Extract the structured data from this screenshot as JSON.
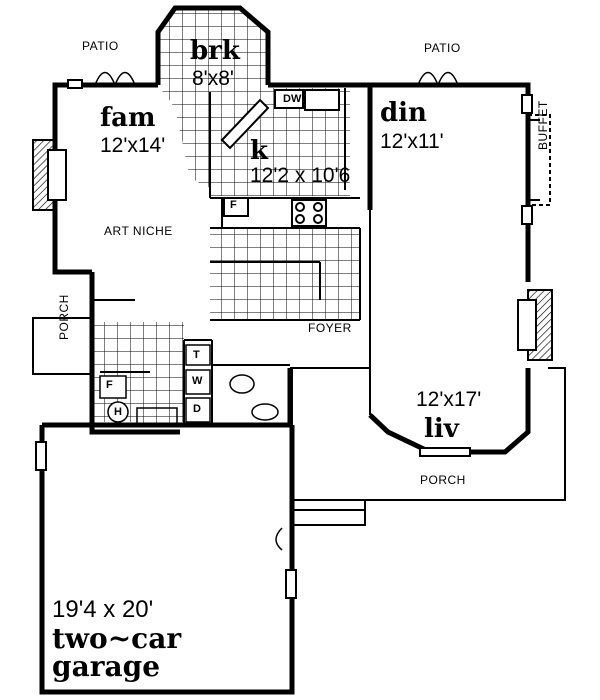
{
  "rooms": {
    "breakfast": {
      "name": "brk",
      "dims": "8'x8'"
    },
    "family": {
      "name": "fam",
      "dims": "12'x14'"
    },
    "kitchen": {
      "name": "k",
      "dims": "12'2 x 10'6"
    },
    "dining": {
      "name": "din",
      "dims": "12'x11'"
    },
    "living": {
      "name": "liv",
      "dims": "12'x17'"
    },
    "garage": {
      "name_line1": "two~car",
      "name_line2": "garage",
      "dims": "19'4 x 20'"
    }
  },
  "labels": {
    "patio_left": "PATIO",
    "patio_right": "PATIO",
    "buffet": "BUFFET",
    "art_niche": "ART NICHE",
    "porch_side": "PORCH",
    "foyer": "FOYER",
    "porch_front": "PORCH",
    "dishwasher": "DW",
    "fridge": "F",
    "freezer": "F",
    "water_heater": "H",
    "washer": "W",
    "dryer": "D",
    "toilet_tag": "T"
  },
  "colors": {
    "line": "#000000",
    "background": "#ffffff"
  }
}
